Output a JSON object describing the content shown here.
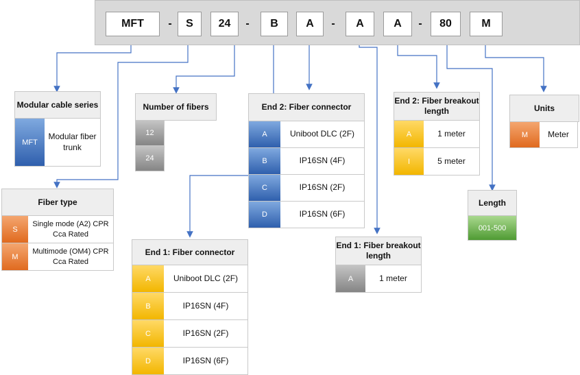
{
  "code_segments": [
    "MFT",
    "-",
    "S",
    "24",
    "-",
    "B",
    "A",
    "-",
    "A",
    "A",
    "-",
    "80",
    "M"
  ],
  "modular_series": {
    "title": "Modular cable series",
    "rows": [
      {
        "code": "MFT",
        "desc": "Modular fiber trunk"
      }
    ]
  },
  "fiber_count": {
    "title": "Number of fibers",
    "rows": [
      {
        "code": "12"
      },
      {
        "code": "24"
      }
    ]
  },
  "end2_connector": {
    "title": "End 2: Fiber connector",
    "rows": [
      {
        "code": "A",
        "desc": "Uniboot DLC (2F)"
      },
      {
        "code": "B",
        "desc": "IP16SN (4F)"
      },
      {
        "code": "C",
        "desc": "IP16SN (2F)"
      },
      {
        "code": "D",
        "desc": "IP16SN (6F)"
      }
    ]
  },
  "end2_breakout": {
    "title": "End 2: Fiber breakout length",
    "rows": [
      {
        "code": "A",
        "desc": "1 meter"
      },
      {
        "code": "I",
        "desc": "5 meter"
      }
    ]
  },
  "units": {
    "title": "Units",
    "rows": [
      {
        "code": "M",
        "desc": "Meter"
      }
    ]
  },
  "fiber_type": {
    "title": "Fiber type",
    "rows": [
      {
        "code": "S",
        "desc": "Single mode (A2) CPR Cca Rated"
      },
      {
        "code": "M",
        "desc": "Multimode (OM4) CPR Cca Rated"
      }
    ]
  },
  "length": {
    "title": "Length",
    "rows": [
      {
        "code": "001-500"
      }
    ]
  },
  "end1_breakout": {
    "title": "End 1: Fiber breakout length",
    "rows": [
      {
        "code": "A",
        "desc": "1 meter"
      }
    ]
  },
  "end1_connector": {
    "title": "End 1: Fiber connector",
    "rows": [
      {
        "code": "A",
        "desc": "Uniboot DLC (2F)"
      },
      {
        "code": "B",
        "desc": "IP16SN (4F)"
      },
      {
        "code": "C",
        "desc": "IP16SN (2F)"
      },
      {
        "code": "D",
        "desc": "IP16SN (6F)"
      }
    ]
  },
  "colors": {
    "connector_line": "#4472c4",
    "blue": "#2f5fad",
    "gray": "#858585",
    "yellow": "#f2b600",
    "orange": "#e06a1f",
    "green": "#4f9b33"
  }
}
